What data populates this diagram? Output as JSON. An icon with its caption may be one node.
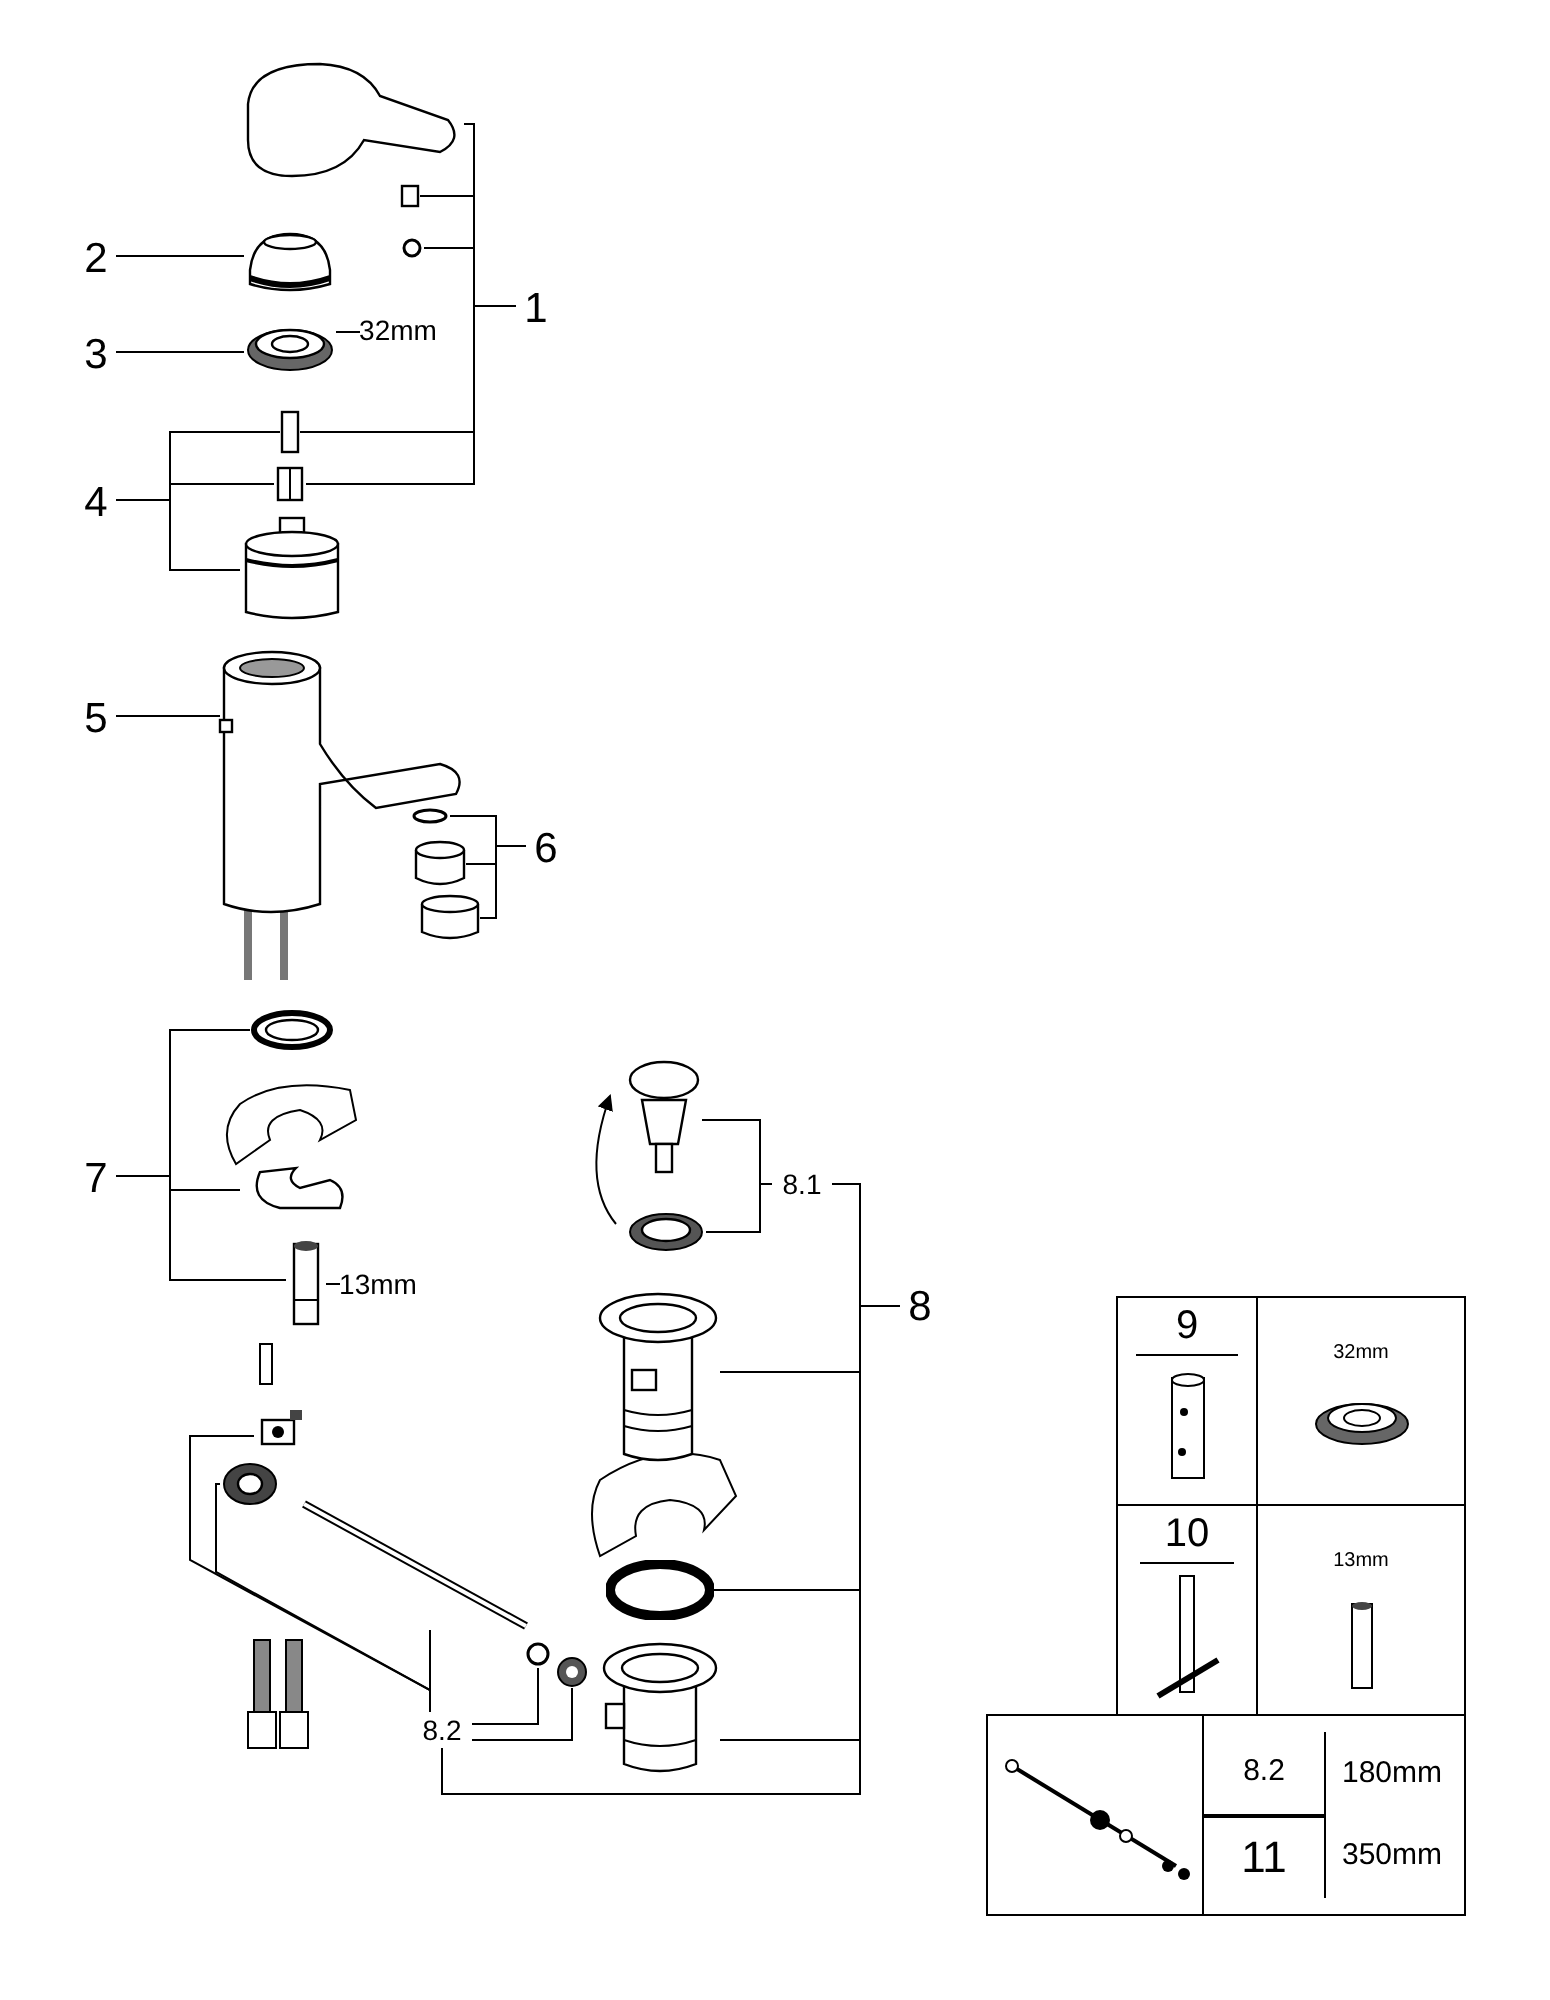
{
  "diagram": {
    "nodes": [
      {
        "text": [
          "1"
        ]
      },
      {
        "text": [],
        "shape": "picture"
      },
      {
        "text": [],
        "shape": "box"
      },
      {
        "text": [],
        "shape": "circle"
      },
      {
        "text": [
          "2"
        ]
      },
      {
        "text": [],
        "shape": "picture"
      },
      {
        "text": [
          "3"
        ]
      },
      {
        "text": [],
        "shape": "picture"
      },
      {
        "text": [
          "32mm"
        ]
      },
      {
        "text": [
          "4"
        ]
      },
      {
        "text": [],
        "shape": "box"
      },
      {
        "text": [],
        "shape": "picture"
      },
      {
        "text": [],
        "shape": "picture"
      },
      {
        "text": [
          "5"
        ]
      },
      {
        "text": [],
        "shape": "picture"
      },
      {
        "text": [
          "6"
        ]
      },
      {
        "text": [],
        "shape": "circle"
      },
      {
        "text": [],
        "shape": "cylinder"
      },
      {
        "text": [],
        "shape": "cylinder"
      },
      {
        "text": [
          "7"
        ]
      },
      {
        "text": [],
        "shape": "picture"
      },
      {
        "text": [],
        "shape": "picture"
      },
      {
        "text": [],
        "shape": "picture"
      },
      {
        "text": [
          "13mm"
        ]
      },
      {
        "text": [
          "8"
        ]
      },
      {
        "text": [
          "8.1"
        ]
      },
      {
        "text": [],
        "shape": "picture"
      },
      {
        "text": [],
        "shape": "picture"
      },
      {
        "text": [],
        "shape": "picture"
      },
      {
        "text": [],
        "shape": "circle"
      },
      {
        "text": [],
        "shape": "picture"
      },
      {
        "text": [
          "8.2"
        ]
      },
      {
        "text": [],
        "shape": "picture"
      },
      {
        "text": [],
        "shape": "picture"
      },
      {
        "text": [],
        "shape": "bar"
      },
      {
        "text": [],
        "shape": "circle"
      },
      {
        "text": [],
        "shape": "picture"
      }
    ],
    "edges": [
      {
        "from": 0,
        "to": 1,
        "arrow": "none"
      },
      {
        "from": 0,
        "to": 2,
        "arrow": "none"
      },
      {
        "from": 0,
        "to": 3,
        "arrow": "none"
      },
      {
        "from": 0,
        "to": 10,
        "arrow": "none"
      },
      {
        "from": 0,
        "to": 11,
        "arrow": "none"
      },
      {
        "from": 4,
        "to": 5,
        "arrow": "none"
      },
      {
        "from": 6,
        "to": 7,
        "arrow": "none"
      },
      {
        "from": 8,
        "to": 7,
        "arrow": "none"
      },
      {
        "from": 9,
        "to": 10,
        "arrow": "none"
      },
      {
        "from": 9,
        "to": 11,
        "arrow": "none"
      },
      {
        "from": 9,
        "to": 12,
        "arrow": "none"
      },
      {
        "from": 13,
        "to": 14,
        "arrow": "none"
      },
      {
        "from": 15,
        "to": 16,
        "arrow": "none"
      },
      {
        "from": 15,
        "to": 17,
        "arrow": "none"
      },
      {
        "from": 15,
        "to": 18,
        "arrow": "none"
      },
      {
        "from": 19,
        "to": 20,
        "arrow": "none"
      },
      {
        "from": 19,
        "to": 21,
        "arrow": "none"
      },
      {
        "from": 19,
        "to": 22,
        "arrow": "none"
      },
      {
        "from": 23,
        "to": 22,
        "arrow": "none"
      },
      {
        "from": 24,
        "to": 25,
        "arrow": "none"
      },
      {
        "from": 24,
        "to": 28,
        "arrow": "none"
      },
      {
        "from": 24,
        "to": 29,
        "arrow": "none"
      },
      {
        "from": 24,
        "to": 30,
        "arrow": "none"
      },
      {
        "from": 24,
        "to": 31,
        "arrow": "none"
      },
      {
        "from": 25,
        "to": 26,
        "arrow": "none"
      },
      {
        "from": 25,
        "to": 27,
        "arrow": "none"
      },
      {
        "from": 31,
        "to": 34,
        "arrow": "none"
      },
      {
        "from": 31,
        "to": 35,
        "arrow": "none"
      },
      {
        "from": 31,
        "to": 36,
        "arrow": "none"
      },
      {
        "from": 31,
        "to": 32,
        "arrow": "none"
      },
      {
        "from": 31,
        "to": 33,
        "arrow": "none"
      }
    ],
    "labels": [
      "9",
      "32mm",
      "10",
      "13mm",
      "8.2",
      "180mm",
      "11",
      "350mm"
    ]
  }
}
